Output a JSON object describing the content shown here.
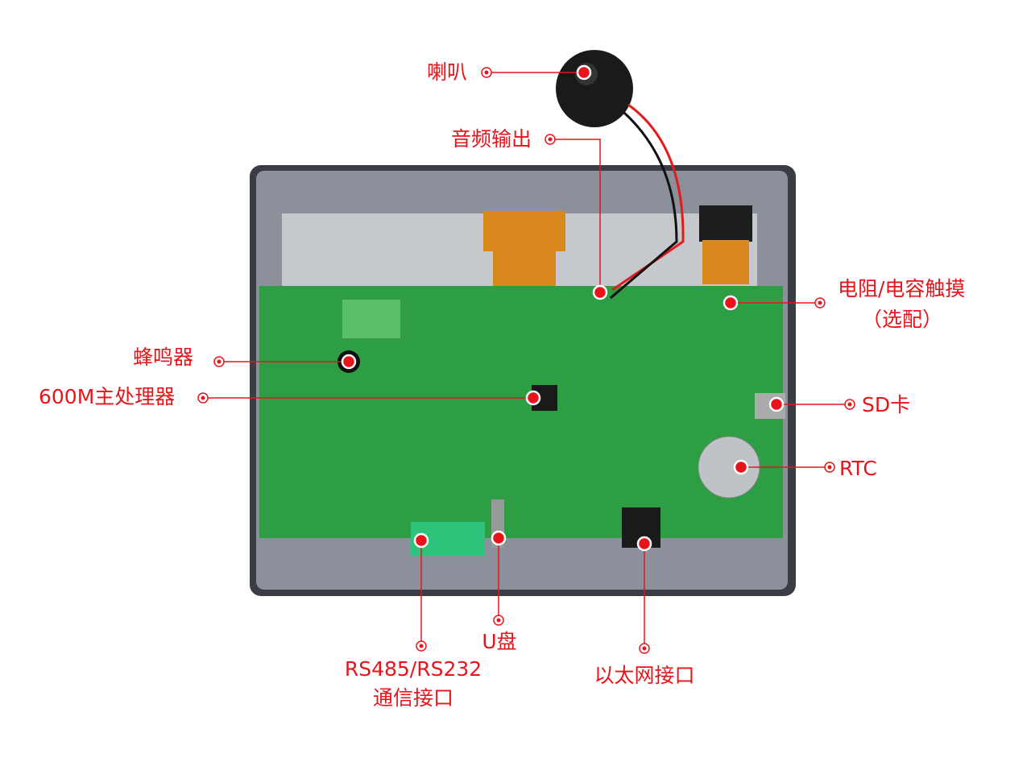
{
  "labels": {
    "speaker": "喇叭",
    "audio_out": "音频输出",
    "touch": "电阻/电容触摸",
    "touch_optional": "（选配）",
    "buzzer": "蜂鸣器",
    "cpu": "600M主处理器",
    "sd": "SD卡",
    "rtc": "RTC",
    "usb": "U盘",
    "serial": "RS485/RS232",
    "serial_sub": "通信接口",
    "ethernet": "以太网接口"
  },
  "colors": {
    "accent": "#e8141b",
    "pcb": "#2e9e45",
    "frame": "#8c909b",
    "fpc": "#d9881e"
  }
}
